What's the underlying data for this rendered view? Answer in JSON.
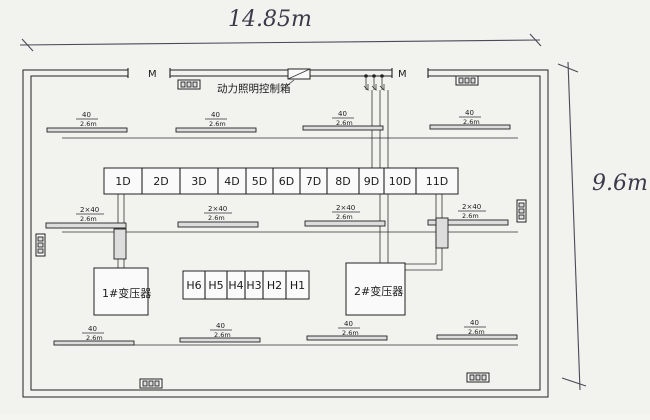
{
  "dimensions": {
    "width": "14.85m",
    "height": "9.6m"
  },
  "labels": {
    "control_box": "动力照明控制箱",
    "door_mark": "M",
    "transformer_1": "1#变压器",
    "transformer_2": "2#变压器"
  },
  "cabinets_d": [
    "1D",
    "2D",
    "3D",
    "4D",
    "5D",
    "6D",
    "7D",
    "8D",
    "9D",
    "10D",
    "11D"
  ],
  "cabinets_h": [
    "H6",
    "H5",
    "H4",
    "H3",
    "H2",
    "H1"
  ],
  "lamp_labels": {
    "single_top": "40",
    "single_bottom": "2.6m",
    "double_top": "2×40",
    "double_bottom": "2.6m"
  }
}
